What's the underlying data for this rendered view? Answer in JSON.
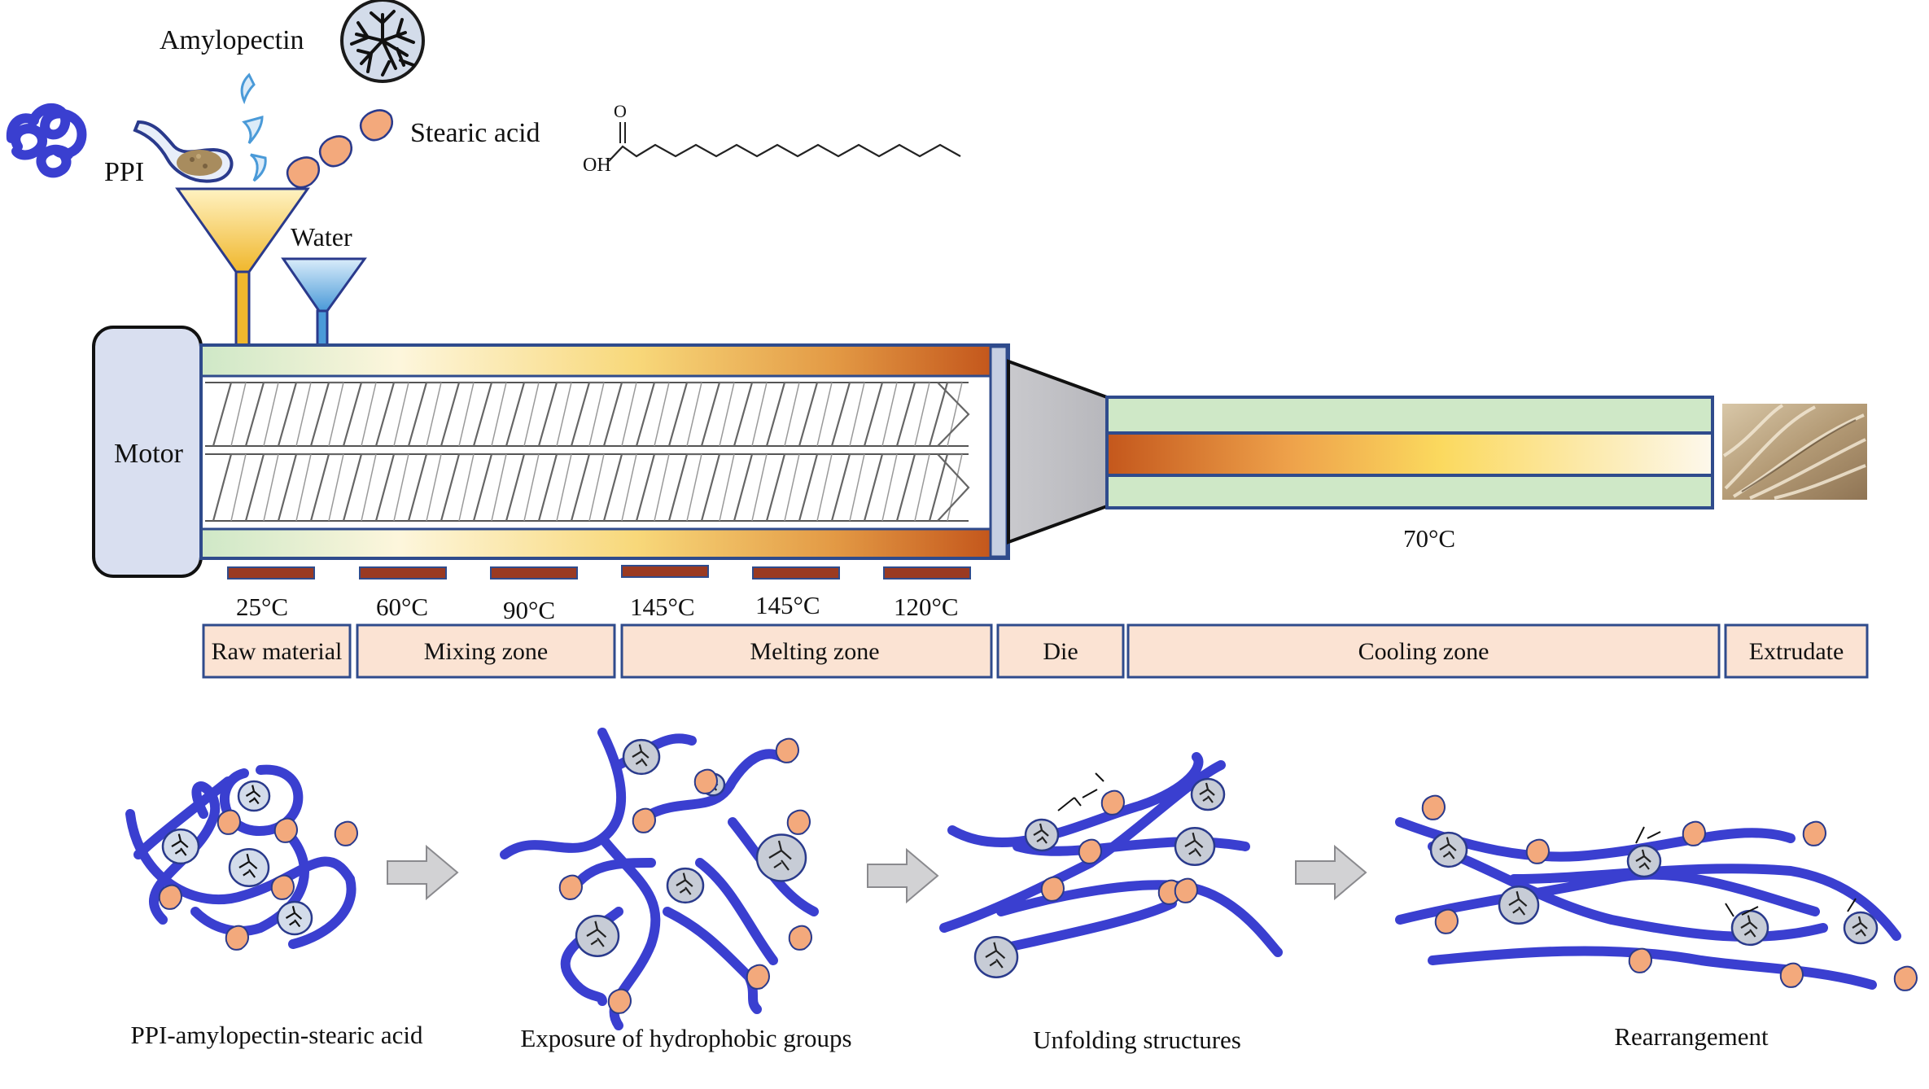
{
  "ingredients": {
    "amylopectin": "Amylopectin",
    "stearic_acid": "Stearic acid",
    "ppi": "PPI",
    "water": "Water",
    "oh_label": "OH",
    "o_label": "O"
  },
  "extruder": {
    "motor": "Motor",
    "barrel_temps": [
      "25°C",
      "60°C",
      "90°C",
      "145°C",
      "145°C",
      "120°C"
    ],
    "cooling_temp": "70°C",
    "zones": [
      "Raw material",
      "Mixing zone",
      "Melting zone",
      "Die",
      "Cooling zone",
      "Extrudate"
    ]
  },
  "stages": [
    "PPI-amylopectin-stearic acid",
    "Exposure of hydrophobic groups",
    "Unfolding structures",
    "Rearrangement"
  ],
  "colors": {
    "protein_chain": "#3a3fd0",
    "stearic_bead": "#f3a97c",
    "barrel_outline": "#2f4b8c",
    "zone_fill": "#fbe3d3",
    "heater": "#9a3a22",
    "motor_fill": "#d9dff0",
    "funnel_feed": "#f3c443",
    "funnel_water": "#5aa8e0"
  }
}
